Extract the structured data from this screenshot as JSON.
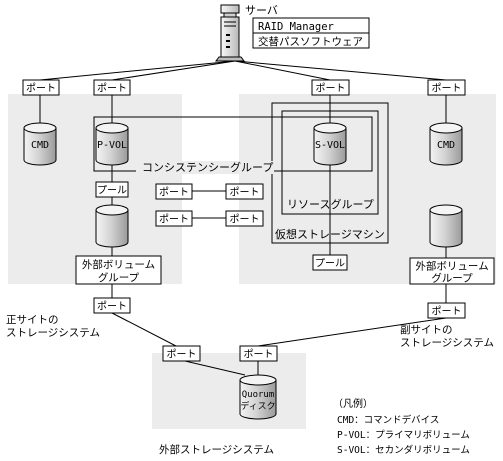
{
  "server": {
    "label": "サーバ",
    "software": [
      "RAID Manager",
      "交替パスソフトウェア"
    ]
  },
  "port_label": "ポート",
  "pool_label": "プール",
  "primary_site": {
    "cmd": "CMD",
    "pvol": "P-VOL",
    "external_volume_group": [
      "外部ボリューム",
      "グループ"
    ],
    "caption": [
      "正サイトの",
      "ストレージシステム"
    ]
  },
  "secondary_site": {
    "cmd": "CMD",
    "svol": "S-VOL",
    "resource_group": "リソースグループ",
    "virtual_storage_machine": "仮想ストレージマシン",
    "external_volume_group": [
      "外部ボリューム",
      "グループ"
    ],
    "caption": [
      "副サイトの",
      "ストレージシステム"
    ]
  },
  "consistency_group": "コンシステンシーグループ",
  "external_storage": {
    "quorum_disk": [
      "Quorum",
      "ディスク"
    ],
    "caption": "外部ストレージシステム"
  },
  "legend": {
    "title": "（凡例）",
    "items": [
      "CMD：コマンドデバイス",
      "P-VOL：プライマリボリューム",
      "S-VOL：セカンダリボリューム"
    ]
  },
  "colors": {
    "site_fill": "#ececec",
    "line": "#000000",
    "box_fill": "#ffffff",
    "cylinder_gradient": [
      "#f4f4f4",
      "#9a9a9a"
    ]
  }
}
